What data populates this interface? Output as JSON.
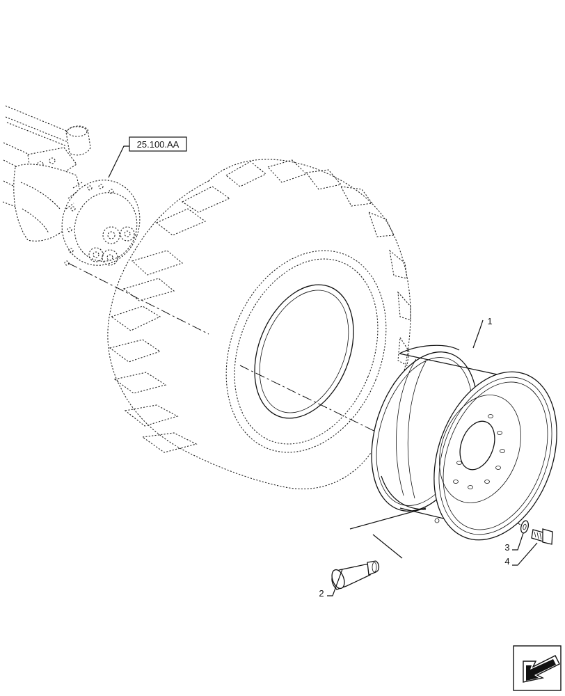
{
  "reference_label": "25.100.AA",
  "callouts": {
    "rim": "1",
    "valve": "2",
    "washer": "3",
    "bolt": "4"
  }
}
